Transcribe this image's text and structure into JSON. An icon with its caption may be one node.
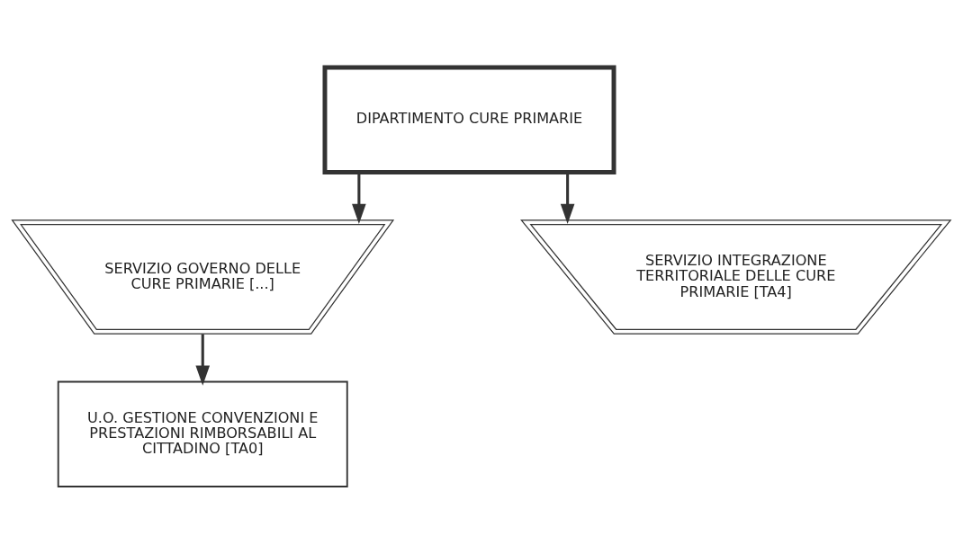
{
  "diagram": {
    "nodes": [
      {
        "text": [
          "DIPARTIMENTO CURE PRIMARIE"
        ]
      },
      {
        "text": [
          "SERVIZIO GOVERNO DELLE CURE PRIMARIE [...]"
        ]
      },
      {
        "text": [
          "SERVIZIO INTEGRAZIONE TERRITORIALE DELLE CURE PRIMARIE [TA4]"
        ]
      },
      {
        "text": [
          "U.O. GESTIONE CONVENZIONI E PRESTAZIONI RIMBORSABILI AL CITTADINO [TA0]"
        ]
      }
    ],
    "edges": [
      {
        "from": 0,
        "to": 1,
        "arrow": "to"
      },
      {
        "from": 0,
        "to": 2,
        "arrow": "to"
      },
      {
        "from": 1,
        "to": 3,
        "arrow": "to"
      }
    ]
  }
}
